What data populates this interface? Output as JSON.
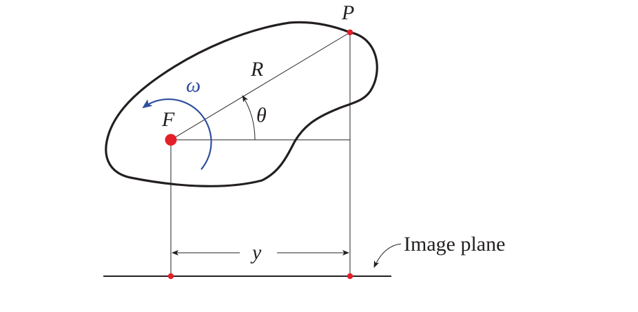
{
  "labels": {
    "point_p": "P",
    "radius": "R",
    "angular_velocity": "ω",
    "angle": "θ",
    "focus": "F",
    "distance": "y",
    "image_plane": "Image plane"
  },
  "colors": {
    "ink": "#231f20",
    "point": "#e3202a",
    "rotation": "#2e4f9e"
  }
}
